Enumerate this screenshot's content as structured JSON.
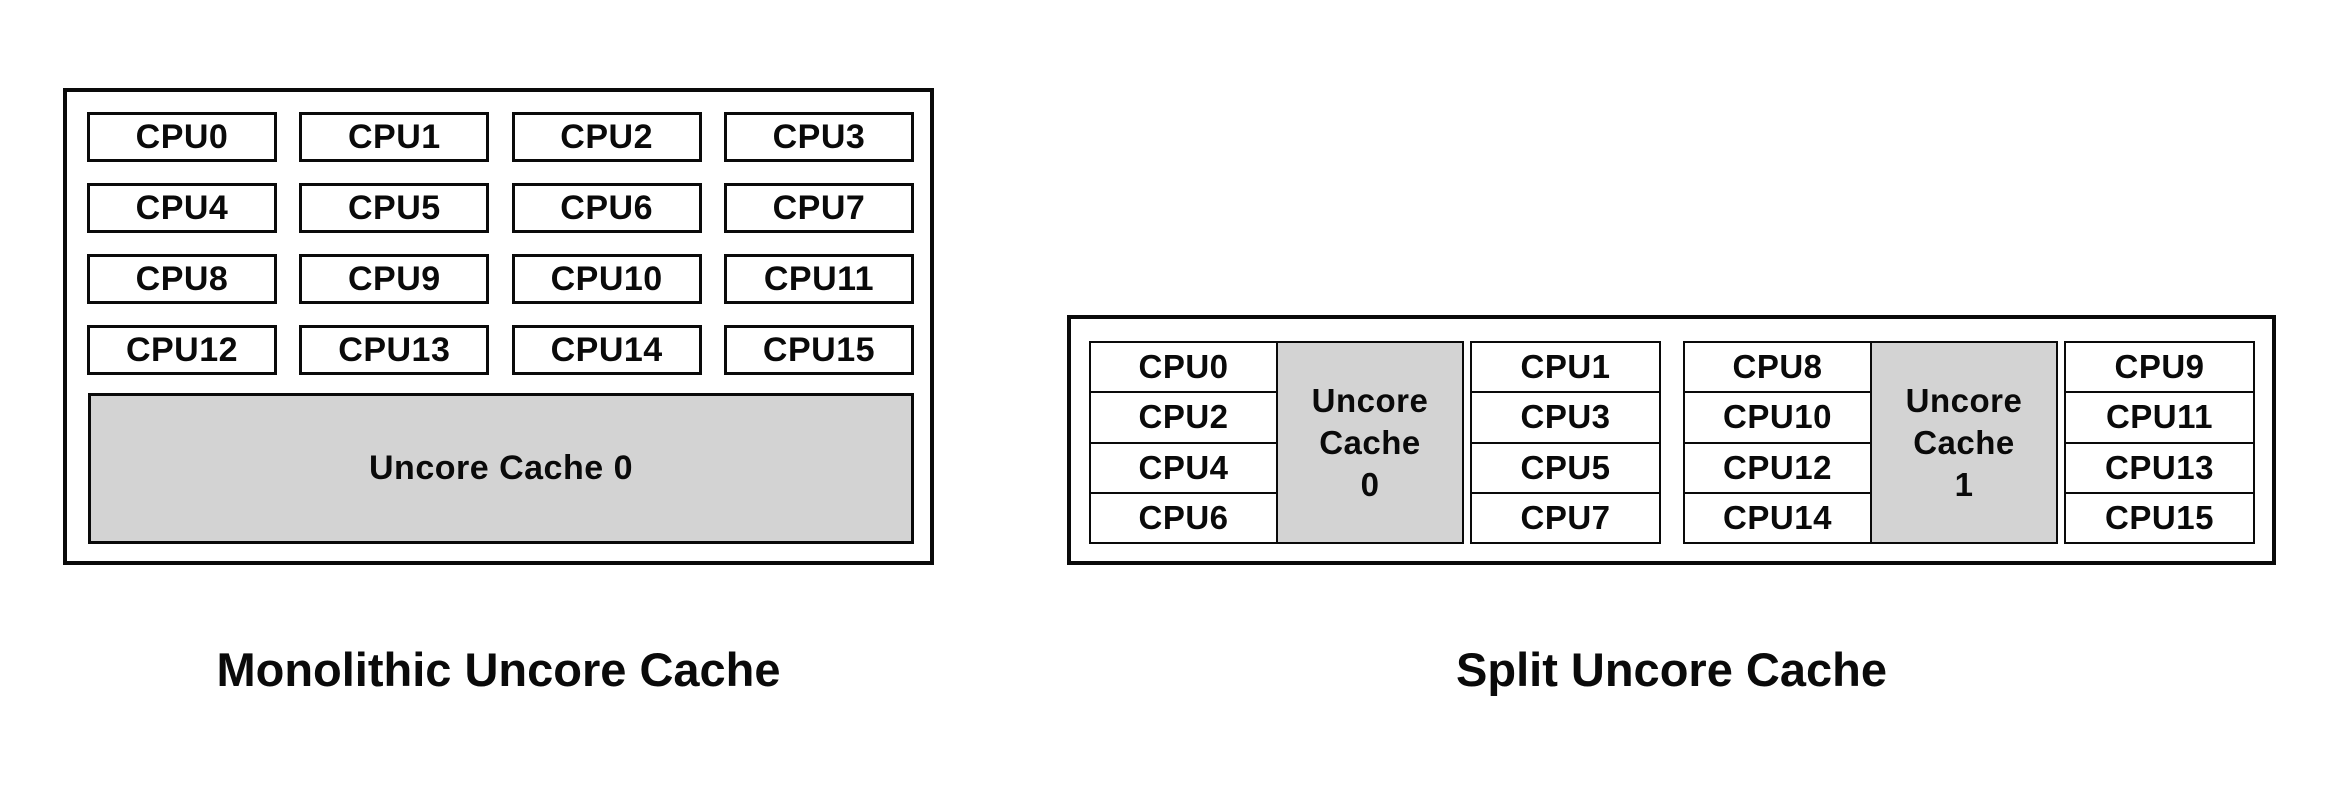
{
  "colors": {
    "page_bg": "#ffffff",
    "border": "#0a0a0a",
    "gray_fill": "#d3d3d3",
    "text": "#0a0a0a"
  },
  "monolithic": {
    "title": "Monolithic Uncore Cache",
    "cache_label": "Uncore Cache 0",
    "cpu_rows": [
      [
        "CPU0",
        "CPU1",
        "CPU2",
        "CPU3"
      ],
      [
        "CPU4",
        "CPU5",
        "CPU6",
        "CPU7"
      ],
      [
        "CPU8",
        "CPU9",
        "CPU10",
        "CPU11"
      ],
      [
        "CPU12",
        "CPU13",
        "CPU14",
        "CPU15"
      ]
    ]
  },
  "split": {
    "title": "Split Uncore Cache",
    "groups": [
      {
        "left_cpus": [
          "CPU0",
          "CPU2",
          "CPU4",
          "CPU6"
        ],
        "cache_lines": [
          "Uncore",
          "Cache",
          "0"
        ],
        "right_cpus": [
          "CPU1",
          "CPU3",
          "CPU5",
          "CPU7"
        ]
      },
      {
        "left_cpus": [
          "CPU8",
          "CPU10",
          "CPU12",
          "CPU14"
        ],
        "cache_lines": [
          "Uncore",
          "Cache",
          "1"
        ],
        "right_cpus": [
          "CPU9",
          "CPU11",
          "CPU13",
          "CPU15"
        ]
      }
    ]
  }
}
